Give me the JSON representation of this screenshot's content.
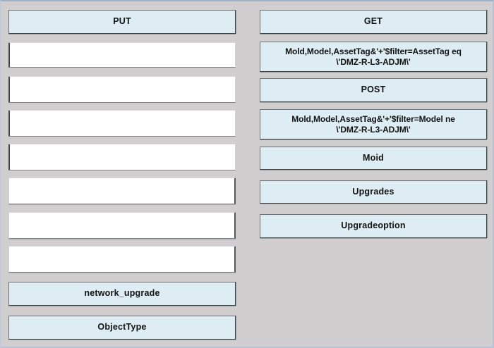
{
  "window": {
    "background_color": "#d0cecf",
    "outer_border_color": "#b9c3d4",
    "button_fill_color": "#deecf3",
    "button_border_color": "#43474a",
    "field_fill_color": "#ffffff",
    "text_color": "#111315"
  },
  "left_column": {
    "rows": [
      {
        "type": "button",
        "label": "PUT"
      },
      {
        "type": "field",
        "value": "",
        "placeholder": ""
      },
      {
        "type": "field",
        "value": "",
        "placeholder": ""
      },
      {
        "type": "field",
        "value": "",
        "placeholder": ""
      },
      {
        "type": "field",
        "value": "",
        "placeholder": ""
      },
      {
        "type": "field",
        "value": "",
        "placeholder": ""
      },
      {
        "type": "field",
        "value": "",
        "placeholder": ""
      },
      {
        "type": "field",
        "value": "",
        "placeholder": ""
      },
      {
        "type": "button",
        "label": "network_upgrade"
      },
      {
        "type": "button",
        "label": "ObjectType"
      }
    ]
  },
  "right_column": {
    "rows": [
      {
        "type": "button",
        "label": "GET"
      },
      {
        "type": "button",
        "label": "Mold,Model,AssetTag&'+'$filter=AssetTag eq\n\\'DMZ-R-L3-ADJM\\'"
      },
      {
        "type": "button",
        "label": "POST"
      },
      {
        "type": "button",
        "label": "Mold,Model,AssetTag&'+'$filter=Model ne\n\\'DMZ-R-L3-ADJM\\'"
      },
      {
        "type": "button",
        "label": "Moid"
      },
      {
        "type": "button",
        "label": "Upgrades"
      },
      {
        "type": "button",
        "label": "Upgradeoption"
      }
    ]
  }
}
